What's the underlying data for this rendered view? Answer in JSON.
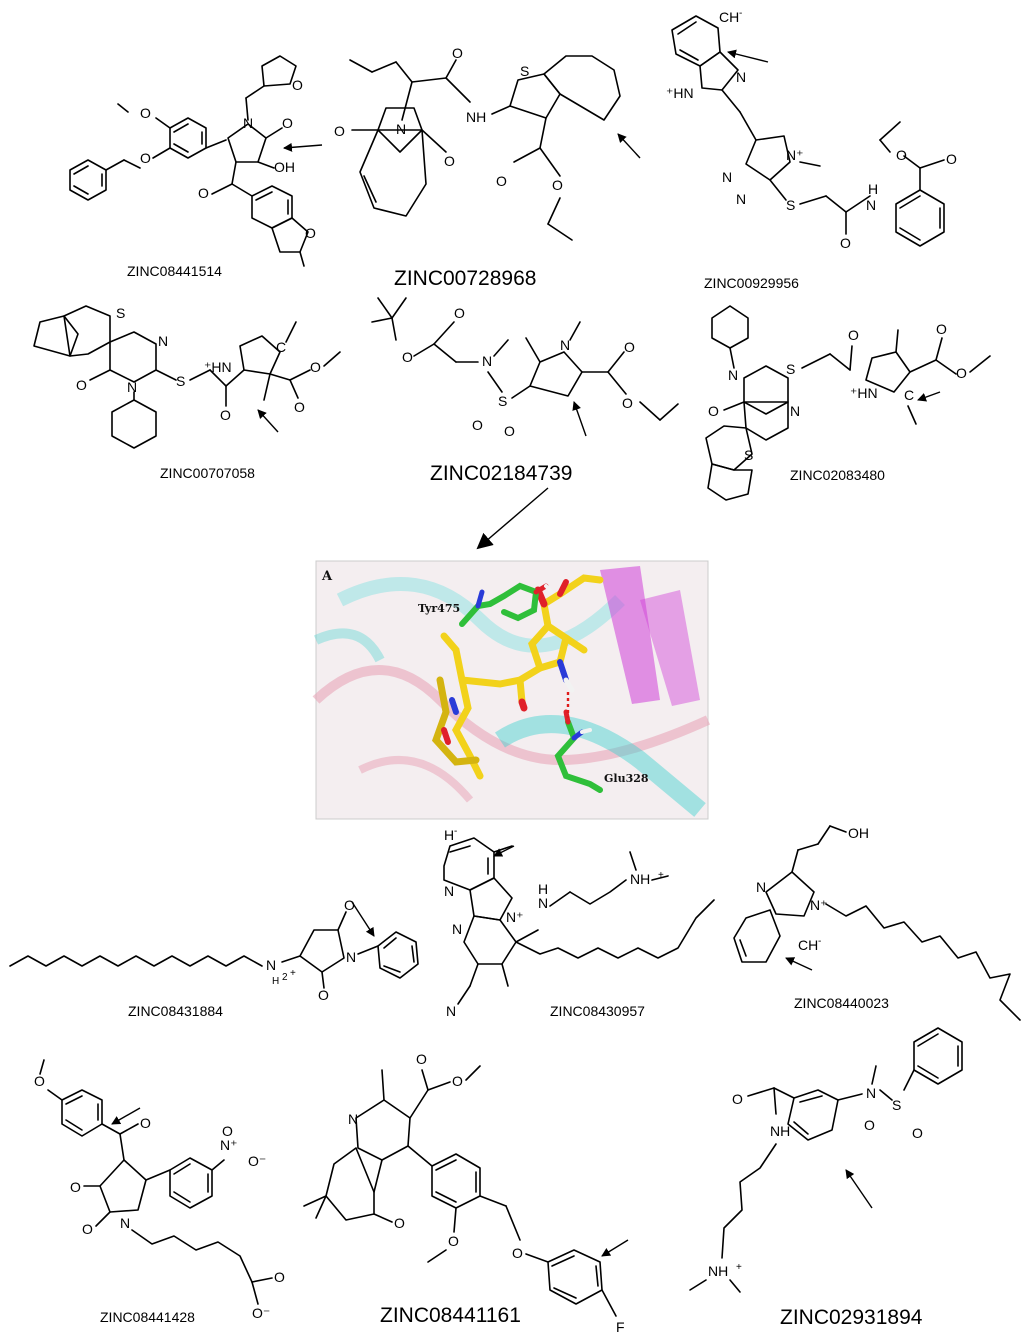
{
  "compounds": [
    {
      "id": "ZINC08441514"
    },
    {
      "id": "ZINC00728968"
    },
    {
      "id": "ZINC00929956"
    },
    {
      "id": "ZINC00707058"
    },
    {
      "id": "ZINC02184739"
    },
    {
      "id": "ZINC02083480"
    },
    {
      "id": "ZINC08431884"
    },
    {
      "id": "ZINC08430957"
    },
    {
      "id": "ZINC08440023"
    },
    {
      "id": "ZINC08441428"
    },
    {
      "id": "ZINC08441161"
    },
    {
      "id": "ZINC02931894"
    }
  ],
  "docking_panel": {
    "panel_letter": "A",
    "residues": [
      "Tyr475",
      "Glu328"
    ]
  },
  "colors": {
    "ligand": "#f2d21b",
    "residue_carbon": "#2fbf3a",
    "oxygen": "#e0202a",
    "nitrogen": "#2a3bd8",
    "hydrogen": "#f2f2f2",
    "hbond": "#e01a1a",
    "helix_cyan": "#3fd0cf",
    "sheet_magenta": "#d040d8",
    "loop_pink": "#e8a0b4"
  }
}
